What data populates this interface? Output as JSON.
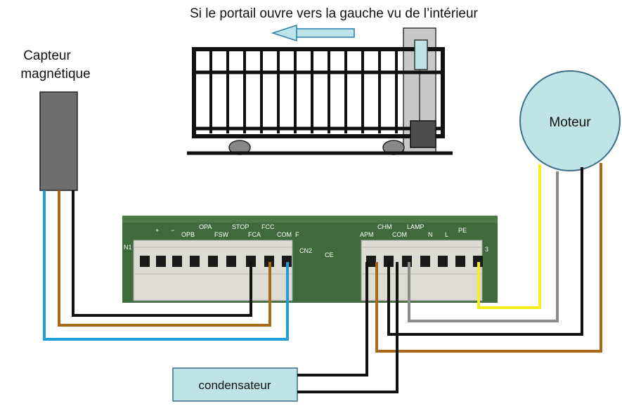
{
  "title": "Si le portail ouvre vers la gauche vu de l’intérieur",
  "sensor": {
    "line1": "Capteur",
    "line2": "magnétique"
  },
  "motor": {
    "label": "Moteur"
  },
  "capacitor": {
    "label": "condensateur"
  },
  "board": {
    "left_labels": [
      "+",
      "−",
      "OPB",
      "OPA",
      "FSW",
      "STOP",
      "FCA",
      "FCC",
      "COM",
      "F"
    ],
    "cn2": "CN2",
    "ce": "CE",
    "right_labels": [
      "APM",
      "CHM",
      "COM",
      "LAMP",
      "N",
      "L",
      "PE"
    ],
    "edge_left": "N1",
    "edge_right": "3"
  },
  "colors": {
    "blue_wire": "#1e9fd6",
    "brown_wire": "#a86a1a",
    "black_wire": "#111111",
    "yellow_wire": "#f4ef1a",
    "gray_wire": "#8c8c8c",
    "motor_fill": "#bfe4e8",
    "capacitor_fill": "#bfe4e8",
    "sensor_fill": "#6e6e6e",
    "pcb": "#3f6a3c"
  }
}
